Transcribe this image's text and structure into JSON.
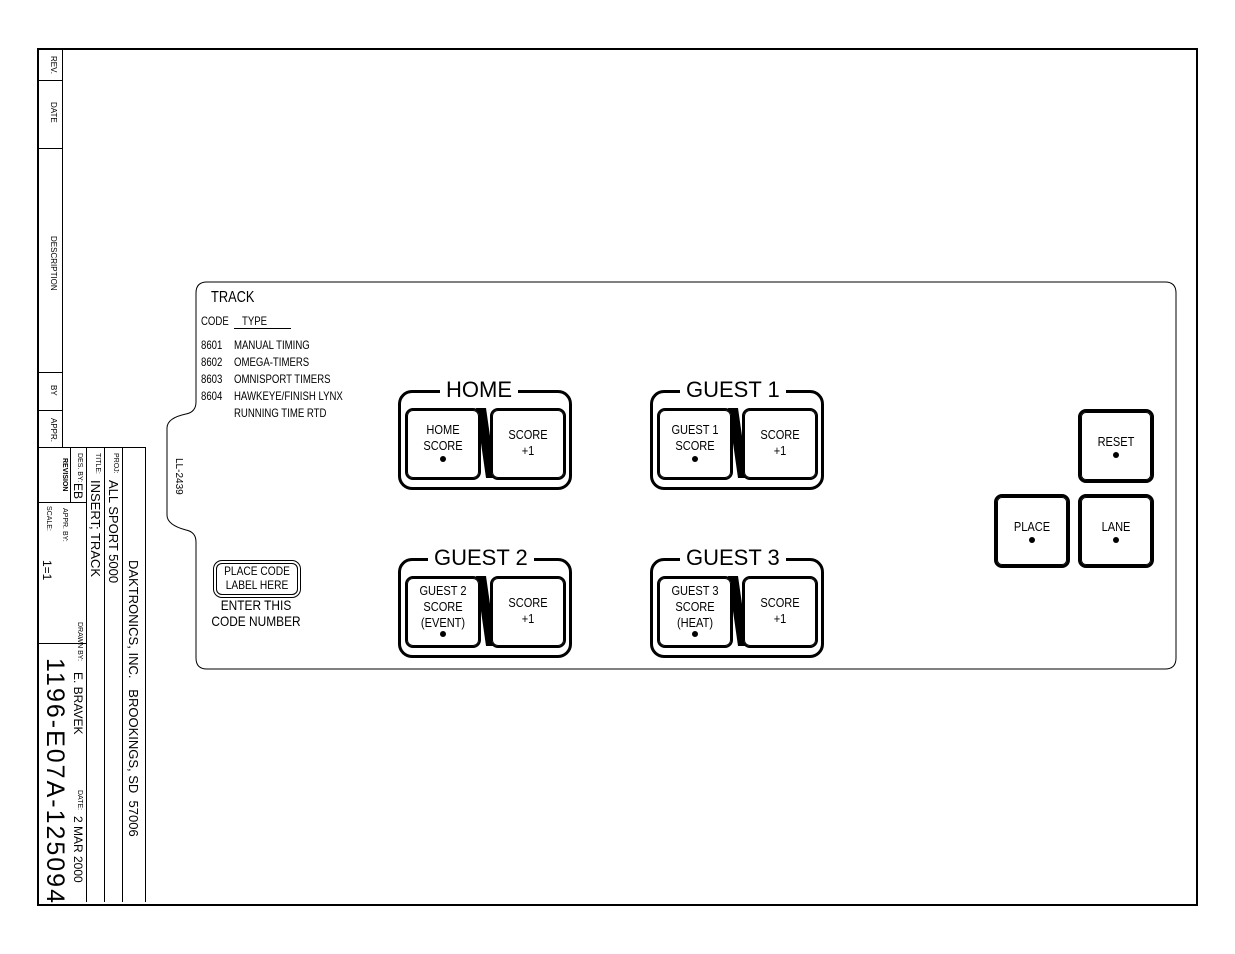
{
  "revision_block": {
    "rev_label": "REV.",
    "date_label": "DATE",
    "description_label": "DESCRIPTION",
    "by_label": "BY",
    "appr_label": "APPR.",
    "revision_label": "REVISION"
  },
  "title_block": {
    "company": "DAKTRONICS, INC.   BROOKINGS, SD  57006",
    "proj_label": "PROJ:",
    "proj_value": "ALL SPORT 5000",
    "title_label": "TITLE:",
    "title_value": "INSERT; TRACK",
    "des_by_label": "DES. BY:",
    "des_by_value": "EB",
    "drawn_by_label": "DRAWN BY:",
    "drawn_by_value": "E. BRAVEK",
    "appr_by_label": "APPR. BY:",
    "date_label": "DATE:",
    "date_value": "2 MAR 2000",
    "scale_label": "SCALE:",
    "scale_value": "1=1",
    "drawing_number": "1196-E07A-125094"
  },
  "insert": {
    "heading": "TRACK",
    "code_header": "CODE",
    "type_header": "TYPE",
    "codes": [
      {
        "code": "8601",
        "type": "MANUAL TIMING"
      },
      {
        "code": "8602",
        "type": "OMEGA-TIMERS"
      },
      {
        "code": "8603",
        "type": "OMNISPORT TIMERS"
      },
      {
        "code": "8604",
        "type": "HAWKEYE/FINISH LYNX"
      },
      {
        "code": "",
        "type": "RUNNING TIME RTD"
      }
    ],
    "part_number": "LL-2439",
    "code_label_line1": "PLACE CODE",
    "code_label_line2": "LABEL HERE",
    "enter_line1": "ENTER THIS",
    "enter_line2": "CODE NUMBER"
  },
  "key_groups": {
    "home": {
      "title": "HOME",
      "left_line1": "HOME",
      "left_line2": "SCORE",
      "left_line3": "",
      "right_line1": "SCORE",
      "right_line2": "+1"
    },
    "guest1": {
      "title": "GUEST 1",
      "left_line1": "GUEST 1",
      "left_line2": "SCORE",
      "left_line3": "",
      "right_line1": "SCORE",
      "right_line2": "+1"
    },
    "guest2": {
      "title": "GUEST 2",
      "left_line1": "GUEST 2",
      "left_line2": "SCORE",
      "left_line3": "(EVENT)",
      "right_line1": "SCORE",
      "right_line2": "+1"
    },
    "guest3": {
      "title": "GUEST 3",
      "left_line1": "GUEST 3",
      "left_line2": "SCORE",
      "left_line3": "(HEAT)",
      "right_line1": "SCORE",
      "right_line2": "+1"
    }
  },
  "single_keys": {
    "reset": "RESET",
    "place": "PLACE",
    "lane": "LANE"
  }
}
